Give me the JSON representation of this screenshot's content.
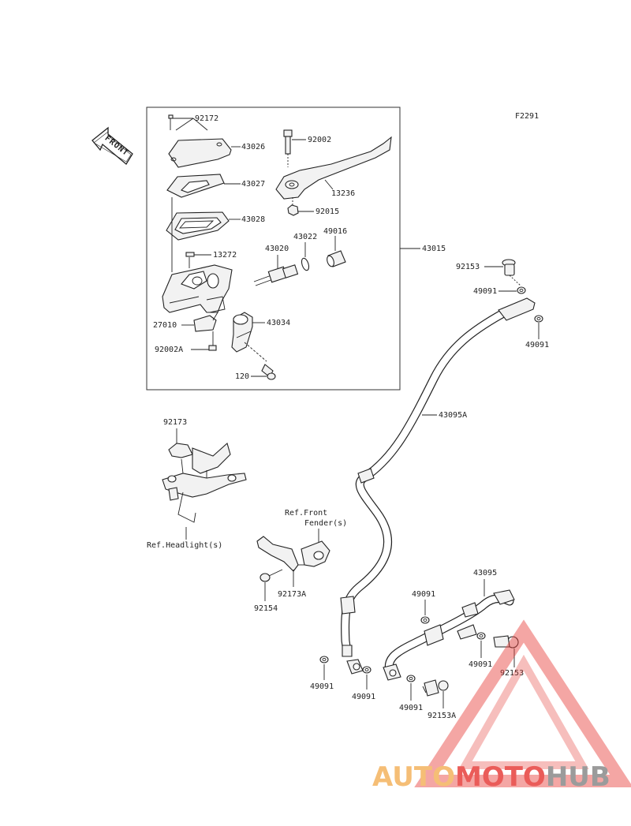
{
  "figure_code": "F2291",
  "front_label": "FRONT",
  "parts": {
    "p92172": "92172",
    "p43026": "43026",
    "p43027": "43027",
    "p43028": "43028",
    "p13272": "13272",
    "p27010": "27010",
    "p92002A": "92002A",
    "p120": "120",
    "p43034": "43034",
    "p43020": "43020",
    "p43022": "43022",
    "p49016": "49016",
    "p92002": "92002",
    "p13236": "13236",
    "p92015": "92015",
    "p43015": "43015",
    "p92153_top": "92153",
    "p49091_top_a": "49091",
    "p49091_top_b": "49091",
    "p43095A": "43095A",
    "p92173": "92173",
    "p92154": "92154",
    "p92173A": "92173A",
    "p43095": "43095",
    "p49091_mid": "49091",
    "p49091_b1": "49091",
    "p49091_b2": "49091",
    "p49091_b3": "49091",
    "p49091_b4": "49091",
    "p92153_bot": "92153",
    "p92153A": "92153A"
  },
  "refs": {
    "headlight": "Ref.Headlight(s)",
    "front_fender_1": "Ref.Front",
    "front_fender_2": "Fender(s)"
  },
  "watermark": {
    "part1": "AUTO",
    "part2": "MOTO",
    "part3": "HUB",
    "color_orange": "#f4b35f",
    "color_red": "#e7403d",
    "color_gray": "#8a8a8a"
  }
}
